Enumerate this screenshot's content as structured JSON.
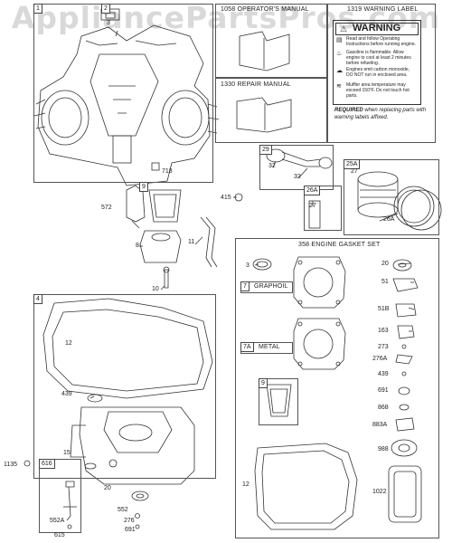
{
  "watermark": "AppliancePartsPros.com",
  "boxes": {
    "b1": "1",
    "b2": "2",
    "b4": "4",
    "b9a": "9",
    "b9b": "9",
    "b29": "29",
    "b25a": "25A",
    "b26a": "26A",
    "b616": "616",
    "b7": "7",
    "b7a": "7A"
  },
  "titles": {
    "operators_manual": "1058 OPERATOR'S MANUAL",
    "warning_label": "1319 WARNING LABEL",
    "repair_manual": "1330 REPAIR MANUAL",
    "gasket_set": "358 ENGINE GASKET SET",
    "graphoil": "GRAPHOIL",
    "metal": "METAL"
  },
  "warning": {
    "heading": "WARNING",
    "line1": "Read and follow Operating Instructions before running engine.",
    "line2": "Gasoline is flammable. Allow engine to cool at least 2 minutes before refueling.",
    "line3": "Engines emit carbon monoxide, DO NOT run in enclosed area.",
    "line4": "Muffler area temperature may exceed 150°F. Do not touch hot parts.",
    "required": "REQUIRED",
    "required_rest": "when replacing parts with warning labels affixed."
  },
  "labels": {
    "l3": "3",
    "l718": "718",
    "l572": "572",
    "l415": "415",
    "l8": "8",
    "l11": "11",
    "l10": "10",
    "l32a": "32",
    "l32b": "32",
    "l27a": "27",
    "l27b": "27",
    "l26a": "26A",
    "l12a": "12",
    "l439a": "439",
    "l1135": "1135",
    "l15": "15",
    "l20a": "20",
    "l552": "552",
    "l276": "276",
    "l691a": "691",
    "l615": "615",
    "l552a": "552A",
    "l3g": "3",
    "l20b": "20",
    "l51": "51",
    "l51b": "51B",
    "l163": "163",
    "l273": "273",
    "l276a": "276A",
    "l439b": "439",
    "l691b": "691",
    "l868": "868",
    "l883a": "883A",
    "l988": "988",
    "l12b": "12",
    "l1022": "1022"
  },
  "colors": {
    "line": "#333333",
    "box": "#555555",
    "watermark": "#d9d9d9"
  }
}
